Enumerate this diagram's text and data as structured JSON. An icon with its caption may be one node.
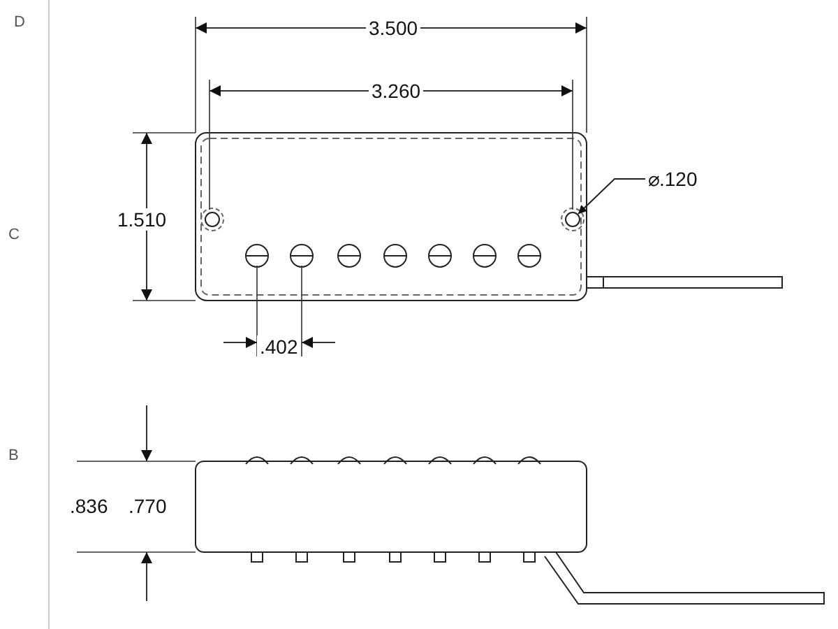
{
  "diagram": {
    "nodes": [
      {
        "text": [
          "⌀.120"
        ]
      },
      {
        "text": [],
        "shape": "circle"
      }
    ],
    "edges": [
      {
        "from": 0,
        "to": 1,
        "arrow": "to"
      }
    ],
    "labels": [
      "D",
      "3.500",
      "3.260",
      "1.510",
      "C",
      ".402",
      "B",
      ".836",
      ".770"
    ]
  }
}
